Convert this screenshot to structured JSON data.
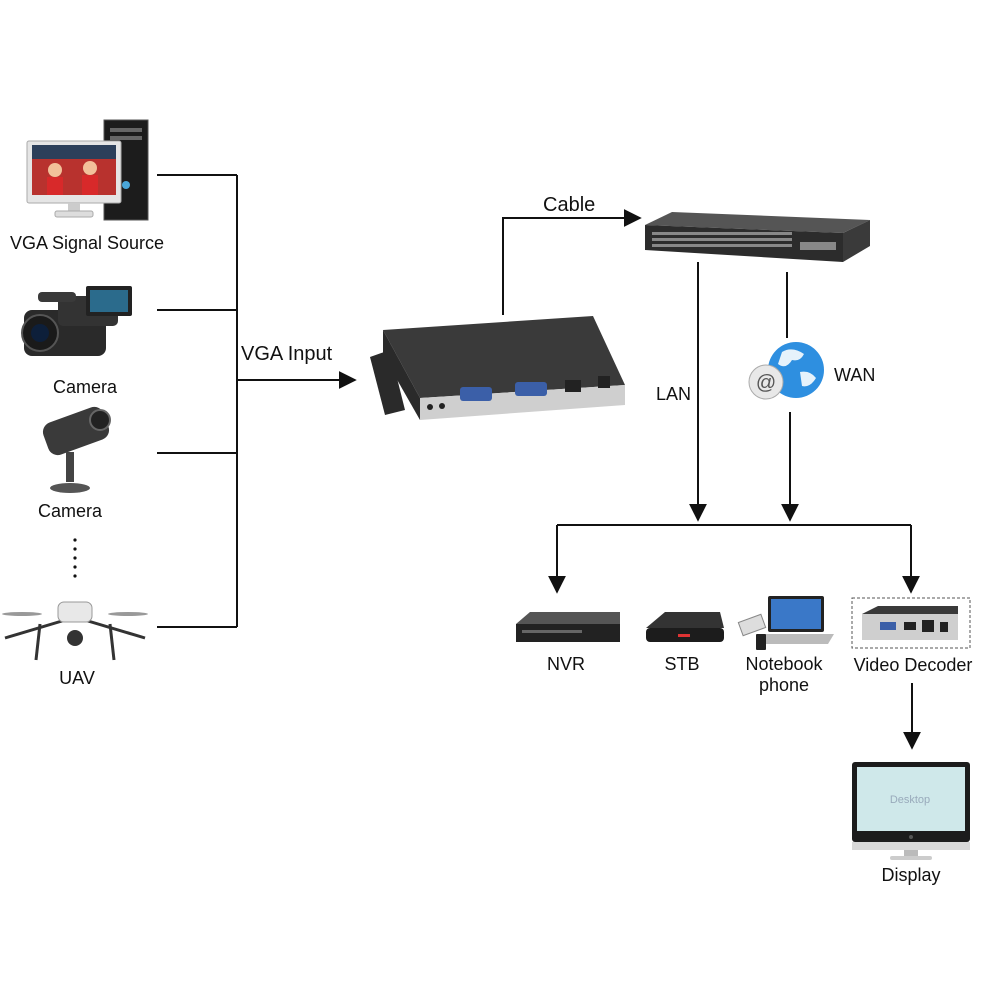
{
  "sources": [
    {
      "label": "VGA Signal Source",
      "icon": "pc-monitor-icon"
    },
    {
      "label": "Camera",
      "icon": "camcorder-icon"
    },
    {
      "label": "Camera",
      "icon": "cctv-camera-icon"
    },
    {
      "label": "UAV",
      "icon": "drone-icon"
    }
  ],
  "links": {
    "vga_input": "VGA Input",
    "cable": "Cable",
    "lan": "LAN",
    "wan": "WAN"
  },
  "devices": {
    "encoder_icon": "vga-encoder-box-icon",
    "switch_icon": "network-switch-icon",
    "internet_icon": "globe-at-icon"
  },
  "outputs": [
    {
      "label": "NVR",
      "icon": "nvr-icon"
    },
    {
      "label": "STB",
      "icon": "set-top-box-icon"
    },
    {
      "label": "Notebook\nphone",
      "icon": "laptop-phone-icon"
    },
    {
      "label": "Video Decoder",
      "icon": "video-decoder-icon"
    }
  ],
  "display": {
    "label": "Display",
    "screen_text": "Desktop",
    "icon": "monitor-icon"
  },
  "colors": {
    "line": "#111111",
    "device": "#2c2c2c",
    "globe": "#2e8fe0"
  }
}
